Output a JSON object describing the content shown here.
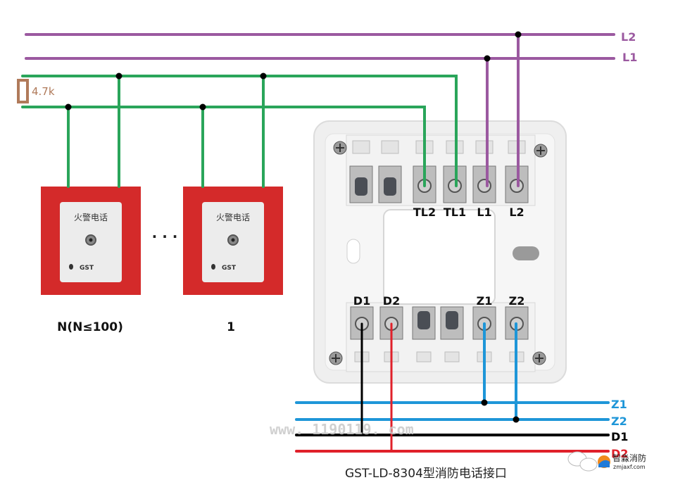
{
  "diagram": {
    "title": "GST-LD-8304型消防电话接口",
    "colors": {
      "line_purple": "#9b59a0",
      "line_green": "#2aa55a",
      "line_blue": "#1e96d8",
      "line_black": "#000000",
      "line_red": "#e0202a",
      "resistor": "#b07a5a",
      "phone_red": "#d42a2a",
      "phone_face": "#ececec",
      "module_body": "#f0f0f0"
    },
    "buses_top": [
      {
        "id": "L2",
        "label": "L2"
      },
      {
        "id": "L1",
        "label": "L1"
      }
    ],
    "buses_bottom": [
      {
        "id": "Z1",
        "label": "Z1"
      },
      {
        "id": "Z2",
        "label": "Z2"
      },
      {
        "id": "D1",
        "label": "D1"
      },
      {
        "id": "D2",
        "label": "D2"
      }
    ],
    "resistor": {
      "label": "4.7k"
    },
    "phones": [
      {
        "id": "phone-n",
        "face_text": "火警电话",
        "brand_text": "GST",
        "caption": "N(N≤100)"
      },
      {
        "id": "phone-1",
        "face_text": "火警电话",
        "brand_text": "GST",
        "caption": "1"
      }
    ],
    "ellipsis": "· · ·",
    "module": {
      "terminals_top": [
        "TL2",
        "TL1",
        "L1",
        "L2"
      ],
      "terminals_bottom": [
        "D1",
        "D2",
        "Z1",
        "Z2"
      ]
    },
    "watermark_url": "www. 1190119. com",
    "brand_watermark": {
      "name": "智淼消防",
      "url": "zmjaxf.com"
    }
  }
}
